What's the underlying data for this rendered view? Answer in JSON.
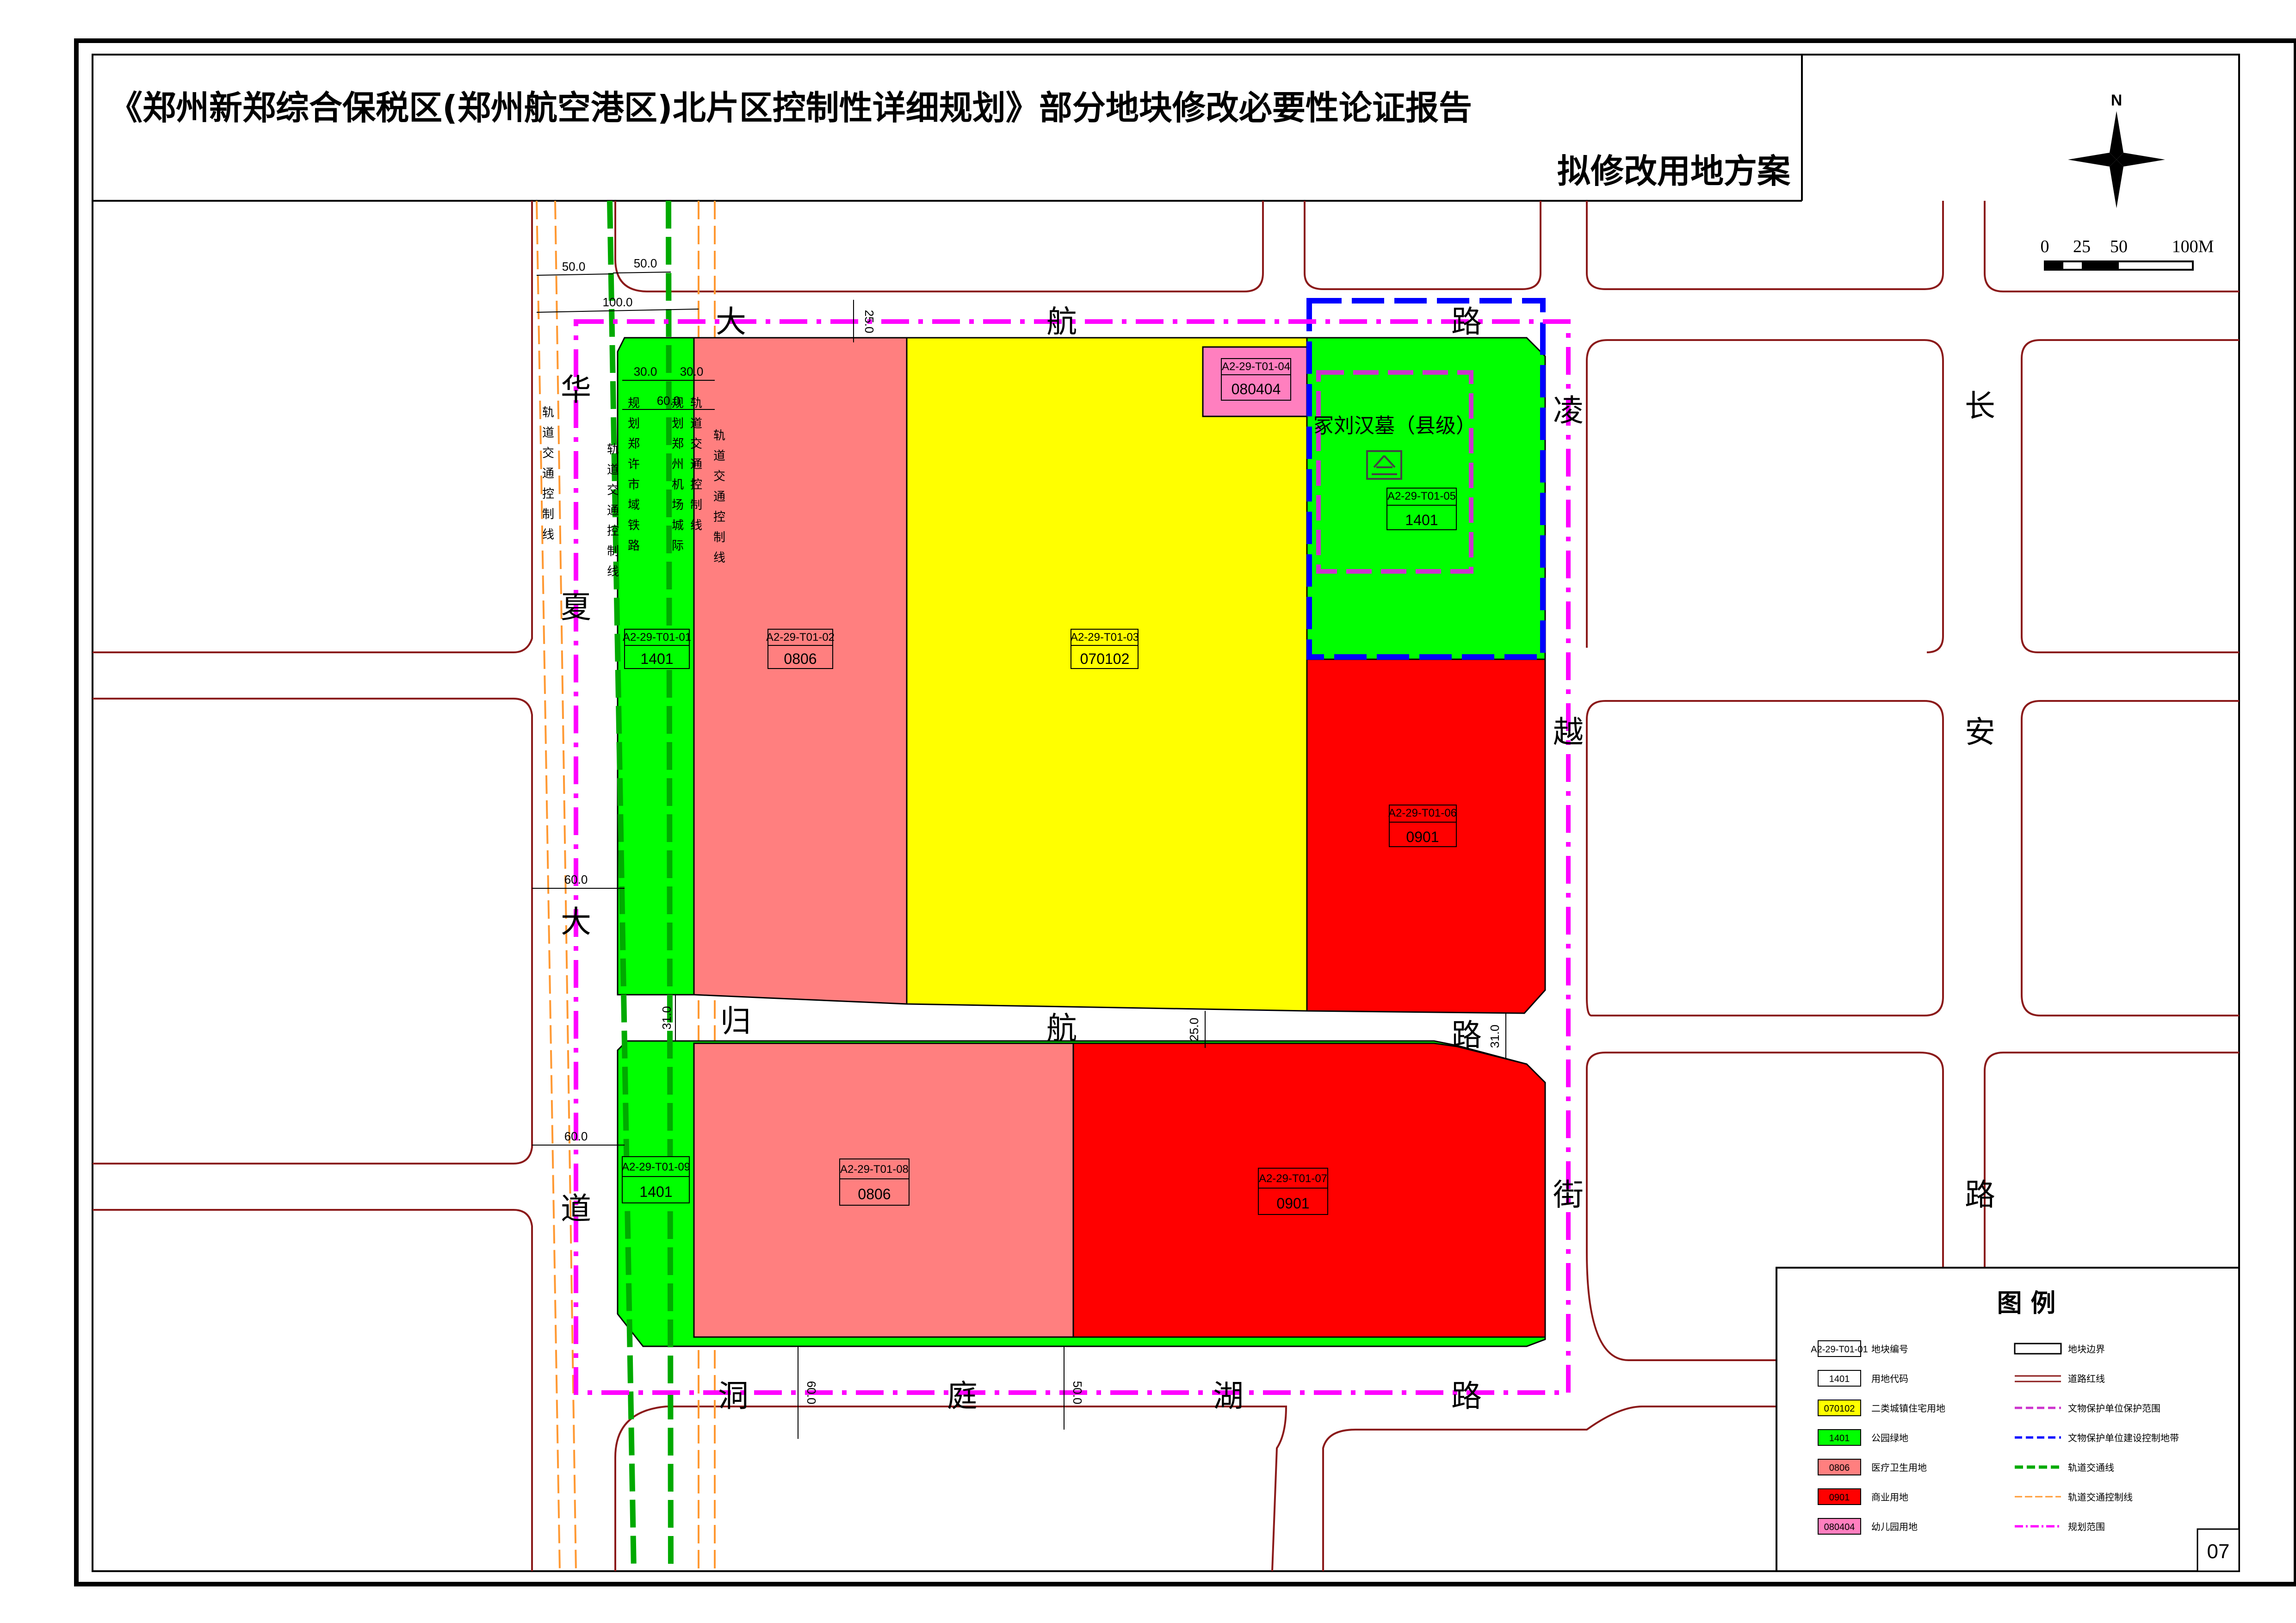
{
  "title": {
    "line1": "《郑州新郑综合保税区(郑州航空港区)北片区控制性详细规划》部分地块修改必要性论证报告",
    "line2": "拟修改用地方案"
  },
  "north_arrow": {
    "label": "N"
  },
  "scale_bar": {
    "labels": [
      "0",
      "25",
      "50",
      "100M"
    ]
  },
  "roads": {
    "dahang": [
      "大",
      "航",
      "路"
    ],
    "guihang": [
      "归",
      "航",
      "路"
    ],
    "dongtinghu": [
      "洞",
      "庭",
      "湖",
      "路"
    ],
    "huaxia": [
      "华",
      "夏",
      "大",
      "道"
    ],
    "lingyue": [
      "凌",
      "越",
      "街"
    ],
    "changan": [
      "长",
      "安",
      "路"
    ]
  },
  "dimensions": {
    "d50a": "50.0",
    "d50b": "50.0",
    "d100": "100.0",
    "d30a": "30.0",
    "d30b": "30.0",
    "d60a": "60.0",
    "d25top": "25.0",
    "d60left1": "60.0",
    "d60left2": "60.0",
    "d31a": "31.0",
    "d25mid": "25.0",
    "d31b": "31.0",
    "d60bot": "60.0",
    "d50bot": "50.0"
  },
  "vertical_notes": {
    "n1": "轨道交通控制线",
    "n2": "轨道交通控制线",
    "n3": "规划郑许市域铁路",
    "n4": "规划郑州机场城际",
    "n5": "轨道交通控制线",
    "n6": "轨道交通控制线"
  },
  "parcels": [
    {
      "code": "A2-29-T01-01",
      "use": "1401",
      "color": "#00ff00"
    },
    {
      "code": "A2-29-T01-02",
      "use": "0806",
      "color": "#ff7f7f"
    },
    {
      "code": "A2-29-T01-03",
      "use": "070102",
      "color": "#ffff00"
    },
    {
      "code": "A2-29-T01-04",
      "use": "080404",
      "color": "#ff7fbf"
    },
    {
      "code": "A2-29-T01-05",
      "use": "1401",
      "color": "#00ff00"
    },
    {
      "code": "A2-29-T01-06",
      "use": "0901",
      "color": "#ff0000"
    },
    {
      "code": "A2-29-T01-07",
      "use": "0901",
      "color": "#ff0000"
    },
    {
      "code": "A2-29-T01-08",
      "use": "0806",
      "color": "#ff7f7f"
    },
    {
      "code": "A2-29-T01-09",
      "use": "1401",
      "color": "#00ff00"
    }
  ],
  "heritage": {
    "name": "冢刘汉墓（县级）"
  },
  "legend": {
    "title": "图   例",
    "items": [
      {
        "sample": "A2-29-T01-01",
        "label": "地块编号",
        "color": "#ffffff"
      },
      {
        "sample": "1401",
        "label": "用地代码",
        "color": "#ffffff"
      },
      {
        "sample": "070102",
        "label": "二类城镇住宅用地",
        "color": "#ffff00"
      },
      {
        "sample": "1401",
        "label": "公园绿地",
        "color": "#00ff00"
      },
      {
        "sample": "0806",
        "label": "医疗卫生用地",
        "color": "#ff7f7f"
      },
      {
        "sample": "0901",
        "label": "商业用地",
        "color": "#ff0000"
      },
      {
        "sample": "080404",
        "label": "幼儿园用地",
        "color": "#ff7fbf"
      }
    ],
    "line_items": [
      {
        "label": "地块边界"
      },
      {
        "label": "道路红线"
      },
      {
        "label": "文物保护单位保护范围"
      },
      {
        "label": "文物保护单位建设控制地带"
      },
      {
        "label": "轨道交通线"
      },
      {
        "label": "轨道交通控制线"
      },
      {
        "label": "规划范围"
      }
    ]
  },
  "page_number": "07",
  "colors": {
    "green": "#00ff00",
    "pink": "#ff7f7f",
    "yellow": "#ffff00",
    "red": "#ff0000",
    "kinder": "#ff7fbf",
    "magenta": "#ff00ff",
    "blue": "#0000ff",
    "road_edge": "#8b1a1a",
    "rail_orange": "#ff9933"
  }
}
